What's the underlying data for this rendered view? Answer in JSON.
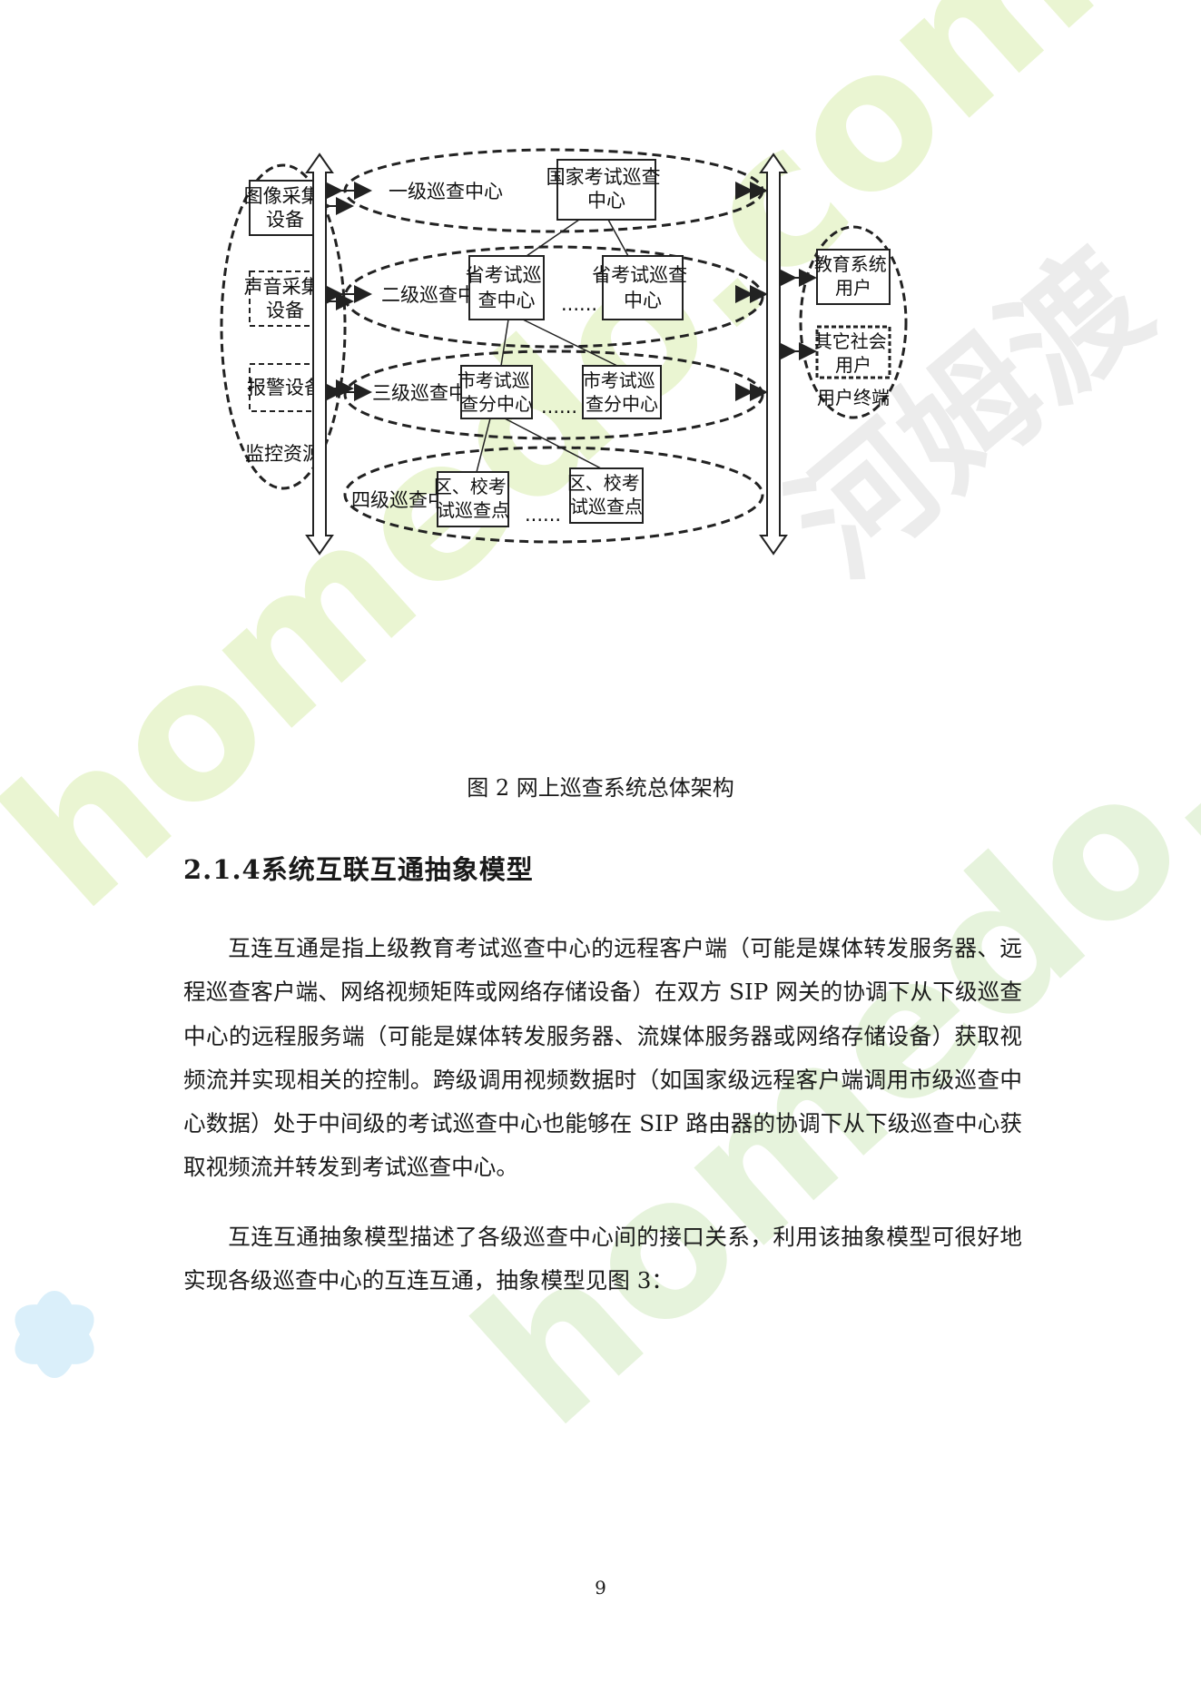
{
  "diagram": {
    "left_group": {
      "items": [
        "图像采集\n设备",
        "声音采集\n设备",
        "报警设备"
      ],
      "label": "监控资源"
    },
    "levels": [
      {
        "label": "一级巡查中心",
        "boxes": [
          "国家考试巡查\n中心"
        ]
      },
      {
        "label": "二级巡查中心",
        "boxes": [
          "省考试巡\n查中心",
          "省考试巡查\n中心"
        ],
        "ellipsis": "......"
      },
      {
        "label": "三级巡查中心",
        "boxes": [
          "市考试巡\n查分中心",
          "市考试巡\n查分中心"
        ],
        "ellipsis": "......"
      },
      {
        "label": "四级巡查中心",
        "boxes": [
          "区、校考\n试巡查点",
          "区、校考\n试巡查点"
        ],
        "ellipsis": "......"
      }
    ],
    "right_group": {
      "items": [
        "教育系统\n用户",
        "其它社会\n用户"
      ],
      "label": "用户终端"
    }
  },
  "caption": "图 2  网上巡查系统总体架构",
  "section_title": "2.1.4系统互联互通抽象模型",
  "paragraphs": [
    "互连互通是指上级教育考试巡查中心的远程客户端（可能是媒体转发服务器、远程巡查客户端、网络视频矩阵或网络存储设备）在双方 SIP 网关的协调下从下级巡查中心的远程服务端（可能是媒体转发服务器、流媒体服务器或网络存储设备）获取视频流并实现相关的控制。跨级调用视频数据时（如国家级远程客户端调用市级巡查中心数据）处于中间级的考试巡查中心也能够在 SIP 路由器的协调下从下级巡查中心获取视频流并转发到考试巡查中心。",
    "互连互通抽象模型描述了各级巡查中心间的接口关系，利用该抽象模型可很好地实现各级巡查中心的互连互通，抽象模型见图 3："
  ],
  "page_number": "9",
  "watermark": {
    "text_1": "homedo.com",
    "text_2": "homedo.com",
    "text_3": "河姆渡",
    "colors": {
      "green": "#e6f3c9",
      "blue": "#d6eefa",
      "gray": "#e9e9e9"
    }
  }
}
